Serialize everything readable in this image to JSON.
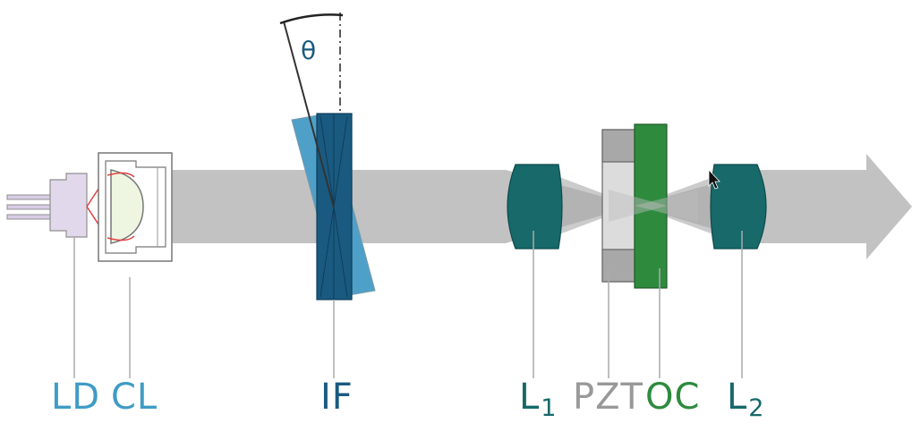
{
  "colors": {
    "beam": "#bdbdbd",
    "beam_dark": "#a9a9a9",
    "lens": "#17696a",
    "filter_front": "#1a5a80",
    "filter_back": "#4fa0c8",
    "output_coupler": "#2e8b3e",
    "pzt_block": "#a8a8a8",
    "diode_body": "#e2d8ec",
    "collimator_lens": "#eef6e2",
    "light_blue_text": "#3f9cc6",
    "dark_teal_text": "#17696a",
    "gray_text": "#999999",
    "green_text": "#2e8b3e",
    "guide_line": "#aaaaaa"
  },
  "labels": {
    "ld": "LD",
    "cl": "CL",
    "if": "IF",
    "l1_main": "L",
    "l1_sub": "1",
    "pzt": "PZT",
    "oc": "OC",
    "l2_main": "L",
    "l2_sub": "2",
    "theta": "θ"
  },
  "icons": {
    "cursor": "mouse-pointer-icon"
  }
}
